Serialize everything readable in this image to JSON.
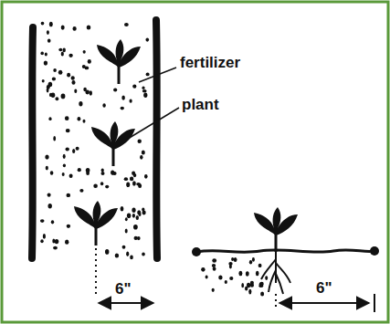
{
  "diagram": {
    "labels": [
      "fertilizer",
      "plant",
      "6\"",
      "6\""
    ]
  }
}
